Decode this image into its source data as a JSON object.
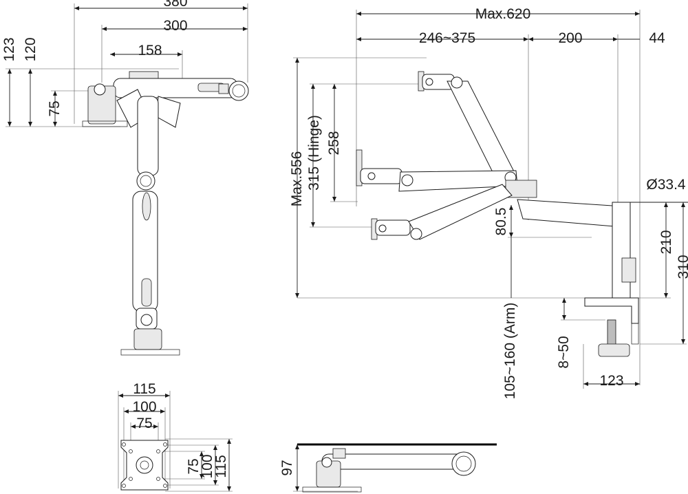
{
  "top_view": {
    "dims": [
      "380",
      "300",
      "158"
    ],
    "vertical_dims": [
      "123",
      "120",
      "75"
    ]
  },
  "side_view": {
    "dims_top": [
      "Max.620",
      "246~375",
      "200",
      "44"
    ],
    "dims_left": [
      "Max.556",
      "315 (Hinge)",
      "258"
    ],
    "pole_diameter": "Ø33.4",
    "dims_right": [
      "210",
      "310"
    ],
    "arm_offset": "80.5",
    "arm_height": "105~160 (Arm)",
    "clamp_range": "8~50",
    "clamp_depth": "123"
  },
  "vesa_plate": {
    "dims_horizontal": [
      "115",
      "100",
      "75"
    ],
    "dims_vertical": [
      "75",
      "100",
      "115"
    ]
  },
  "low_profile_view": {
    "height": "97"
  }
}
